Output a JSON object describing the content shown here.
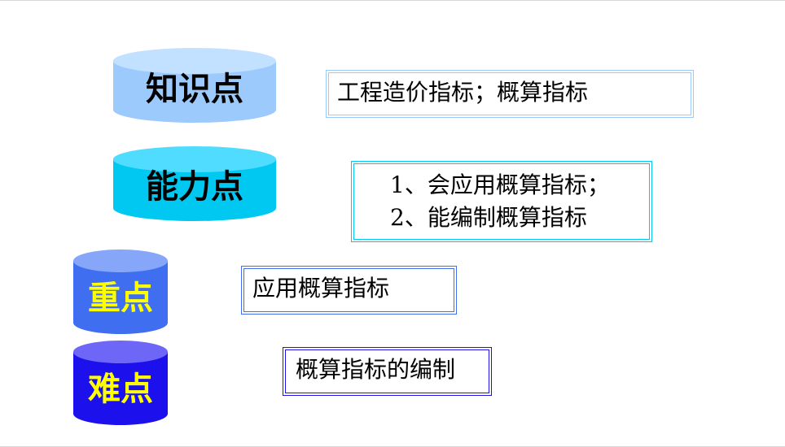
{
  "colors": {
    "knowledge_cylinder": "#9ccafc",
    "ability_cylinder": "#00c8f0",
    "key_cylinder": "#3f6ff0",
    "difficulty_cylinder": "#1c10ec",
    "yellow_text": "#ffff00",
    "black_text": "#000000"
  },
  "rows": [
    {
      "id": "knowledge",
      "label": "知识点",
      "box_lines": [
        "工程造价指标；概算指标"
      ]
    },
    {
      "id": "ability",
      "label": "能力点",
      "box_lines": [
        "1、会应用概算指标；",
        "2、能编制概算指标"
      ]
    },
    {
      "id": "key",
      "label": "重点",
      "box_lines": [
        "应用概算指标"
      ]
    },
    {
      "id": "difficulty",
      "label": "难点",
      "box_lines": [
        "概算指标的编制"
      ]
    }
  ]
}
